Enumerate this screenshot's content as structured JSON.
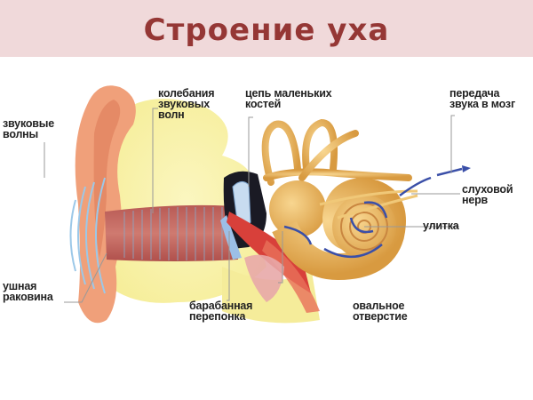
{
  "header": {
    "title": "Строение уха"
  },
  "diagram": {
    "labels": {
      "sound_waves": "звуковые\nволны",
      "wave_oscillation": "колебания\nзвуковых\nволн",
      "ossicles": "цепь маленьких\nкостей",
      "to_brain": "передача\nзвука в мозг",
      "auditory_nerve": "слуховой\nнерв",
      "cochlea": "улитка",
      "auricle": "ушная\nраковина",
      "eardrum": "барабанная\nперепонка",
      "oval_window": "овальное\nотверстие"
    },
    "colors": {
      "header_bg": "#f0d9da",
      "title": "#953735",
      "ear_skin": "#f0a07a",
      "canal": "#c4625a",
      "bone": "#e8b860",
      "yellow_tissue": "#f7f0a0",
      "arrows": "#3a4fa8"
    }
  }
}
